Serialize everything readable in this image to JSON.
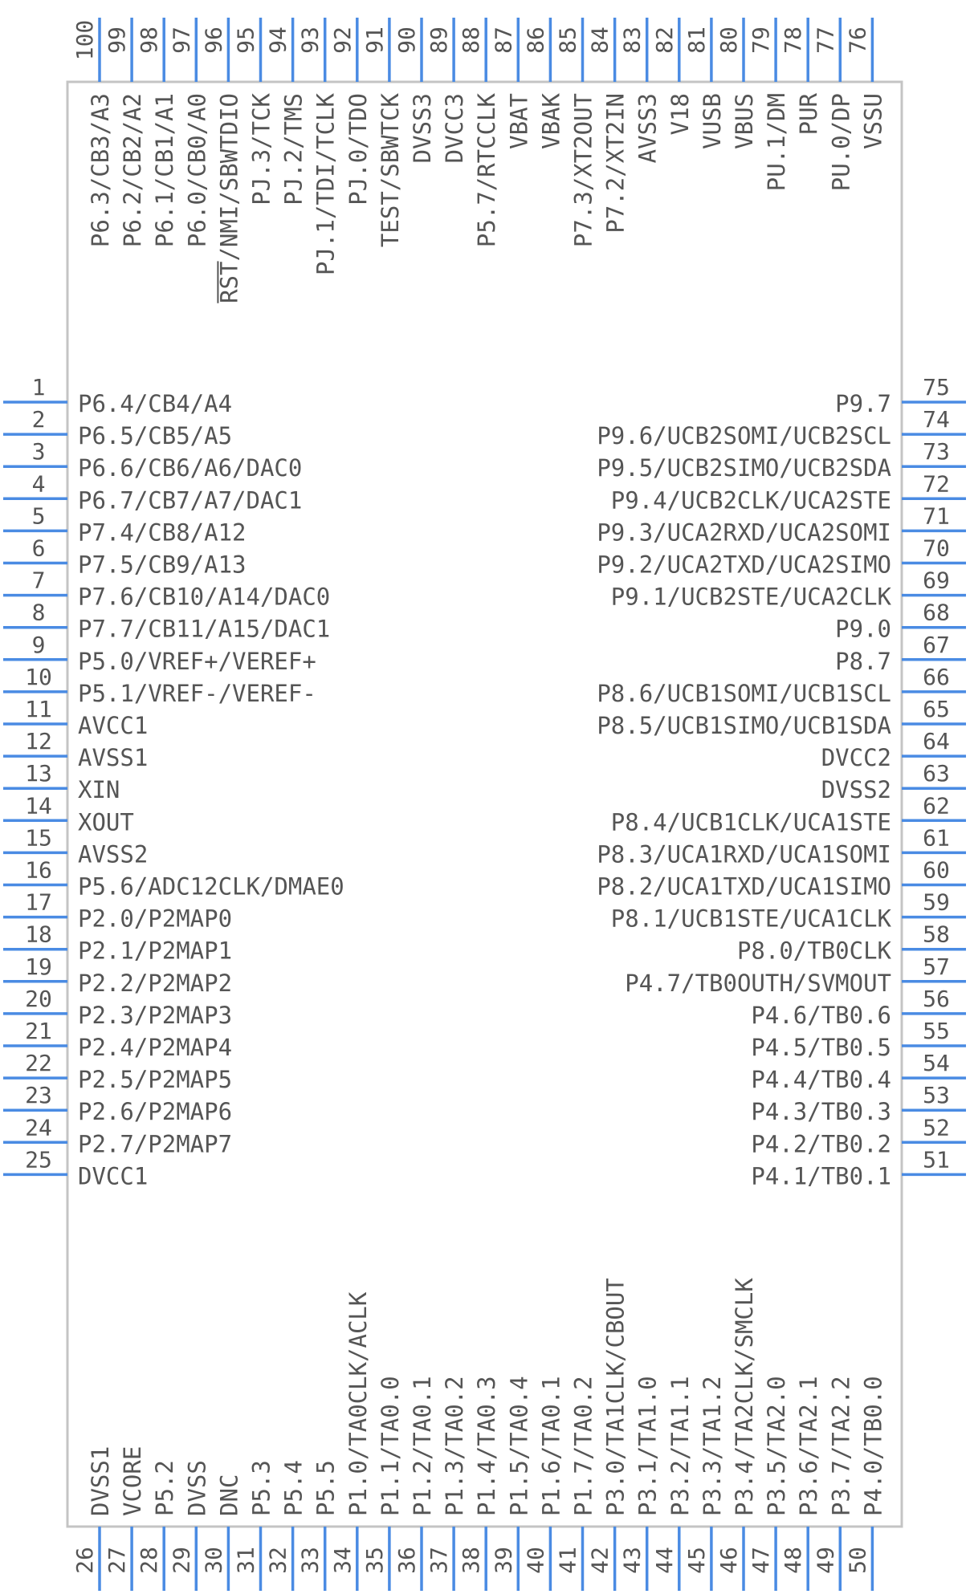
{
  "pins_left": [
    {
      "n": "1",
      "label": "P6.4/CB4/A4"
    },
    {
      "n": "2",
      "label": "P6.5/CB5/A5"
    },
    {
      "n": "3",
      "label": "P6.6/CB6/A6/DAC0"
    },
    {
      "n": "4",
      "label": "P6.7/CB7/A7/DAC1"
    },
    {
      "n": "5",
      "label": "P7.4/CB8/A12"
    },
    {
      "n": "6",
      "label": "P7.5/CB9/A13"
    },
    {
      "n": "7",
      "label": "P7.6/CB10/A14/DAC0"
    },
    {
      "n": "8",
      "label": "P7.7/CB11/A15/DAC1"
    },
    {
      "n": "9",
      "label": "P5.0/VREF+/VEREF+"
    },
    {
      "n": "10",
      "label": "P5.1/VREF-/VEREF-"
    },
    {
      "n": "11",
      "label": "AVCC1"
    },
    {
      "n": "12",
      "label": "AVSS1"
    },
    {
      "n": "13",
      "label": "XIN"
    },
    {
      "n": "14",
      "label": "XOUT"
    },
    {
      "n": "15",
      "label": "AVSS2"
    },
    {
      "n": "16",
      "label": "P5.6/ADC12CLK/DMAE0"
    },
    {
      "n": "17",
      "label": "P2.0/P2MAP0"
    },
    {
      "n": "18",
      "label": "P2.1/P2MAP1"
    },
    {
      "n": "19",
      "label": "P2.2/P2MAP2"
    },
    {
      "n": "20",
      "label": "P2.3/P2MAP3"
    },
    {
      "n": "21",
      "label": "P2.4/P2MAP4"
    },
    {
      "n": "22",
      "label": "P2.5/P2MAP5"
    },
    {
      "n": "23",
      "label": "P2.6/P2MAP6"
    },
    {
      "n": "24",
      "label": "P2.7/P2MAP7"
    },
    {
      "n": "25",
      "label": "DVCC1"
    }
  ],
  "pins_right": [
    {
      "n": "75",
      "label": "P9.7"
    },
    {
      "n": "74",
      "label": "P9.6/UCB2SOMI/UCB2SCL"
    },
    {
      "n": "73",
      "label": "P9.5/UCB2SIMO/UCB2SDA"
    },
    {
      "n": "72",
      "label": "P9.4/UCB2CLK/UCA2STE"
    },
    {
      "n": "71",
      "label": "P9.3/UCA2RXD/UCA2SOMI"
    },
    {
      "n": "70",
      "label": "P9.2/UCA2TXD/UCA2SIMO"
    },
    {
      "n": "69",
      "label": "P9.1/UCB2STE/UCA2CLK"
    },
    {
      "n": "68",
      "label": "P9.0"
    },
    {
      "n": "67",
      "label": "P8.7"
    },
    {
      "n": "66",
      "label": "P8.6/UCB1SOMI/UCB1SCL"
    },
    {
      "n": "65",
      "label": "P8.5/UCB1SIMO/UCB1SDA"
    },
    {
      "n": "64",
      "label": "DVCC2"
    },
    {
      "n": "63",
      "label": "DVSS2"
    },
    {
      "n": "62",
      "label": "P8.4/UCB1CLK/UCA1STE"
    },
    {
      "n": "61",
      "label": "P8.3/UCA1RXD/UCA1SOMI"
    },
    {
      "n": "60",
      "label": "P8.2/UCA1TXD/UCA1SIMO"
    },
    {
      "n": "59",
      "label": "P8.1/UCB1STE/UCA1CLK"
    },
    {
      "n": "58",
      "label": "P8.0/TB0CLK"
    },
    {
      "n": "57",
      "label": "P4.7/TB0OUTH/SVMOUT"
    },
    {
      "n": "56",
      "label": "P4.6/TB0.6"
    },
    {
      "n": "55",
      "label": "P4.5/TB0.5"
    },
    {
      "n": "54",
      "label": "P4.4/TB0.4"
    },
    {
      "n": "53",
      "label": "P4.3/TB0.3"
    },
    {
      "n": "52",
      "label": "P4.2/TB0.2"
    },
    {
      "n": "51",
      "label": "P4.1/TB0.1"
    }
  ],
  "pins_top": [
    {
      "n": "100",
      "label": "P6.3/CB3/A3"
    },
    {
      "n": "99",
      "label": "P6.2/CB2/A2"
    },
    {
      "n": "98",
      "label": "P6.1/CB1/A1"
    },
    {
      "n": "97",
      "label": "P6.0/CB0/A0"
    },
    {
      "n": "96",
      "label": "RST/NMI/SBWTDIO",
      "overline": "RST"
    },
    {
      "n": "95",
      "label": "PJ.3/TCK"
    },
    {
      "n": "94",
      "label": "PJ.2/TMS"
    },
    {
      "n": "93",
      "label": "PJ.1/TDI/TCLK"
    },
    {
      "n": "92",
      "label": "PJ.0/TDO"
    },
    {
      "n": "91",
      "label": "TEST/SBWTCK"
    },
    {
      "n": "90",
      "label": "DVSS3"
    },
    {
      "n": "89",
      "label": "DVCC3"
    },
    {
      "n": "88",
      "label": "P5.7/RTCCLK"
    },
    {
      "n": "87",
      "label": "VBAT"
    },
    {
      "n": "86",
      "label": "VBAK"
    },
    {
      "n": "85",
      "label": "P7.3/XT2OUT"
    },
    {
      "n": "84",
      "label": "P7.2/XT2IN"
    },
    {
      "n": "83",
      "label": "AVSS3"
    },
    {
      "n": "82",
      "label": "V18"
    },
    {
      "n": "81",
      "label": "VUSB"
    },
    {
      "n": "80",
      "label": "VBUS"
    },
    {
      "n": "79",
      "label": "PU.1/DM"
    },
    {
      "n": "78",
      "label": "PUR"
    },
    {
      "n": "77",
      "label": "PU.0/DP"
    },
    {
      "n": "76",
      "label": "VSSU"
    }
  ],
  "pins_bottom": [
    {
      "n": "26",
      "label": "DVSS1"
    },
    {
      "n": "27",
      "label": "VCORE"
    },
    {
      "n": "28",
      "label": "P5.2"
    },
    {
      "n": "29",
      "label": "DVSS"
    },
    {
      "n": "30",
      "label": "DNC"
    },
    {
      "n": "31",
      "label": "P5.3"
    },
    {
      "n": "32",
      "label": "P5.4"
    },
    {
      "n": "33",
      "label": "P5.5"
    },
    {
      "n": "34",
      "label": "P1.0/TA0CLK/ACLK"
    },
    {
      "n": "35",
      "label": "P1.1/TA0.0"
    },
    {
      "n": "36",
      "label": "P1.2/TA0.1"
    },
    {
      "n": "37",
      "label": "P1.3/TA0.2"
    },
    {
      "n": "38",
      "label": "P1.4/TA0.3"
    },
    {
      "n": "39",
      "label": "P1.5/TA0.4"
    },
    {
      "n": "40",
      "label": "P1.6/TA0.1"
    },
    {
      "n": "41",
      "label": "P1.7/TA0.2"
    },
    {
      "n": "42",
      "label": "P3.0/TA1CLK/CBOUT"
    },
    {
      "n": "43",
      "label": "P3.1/TA1.0"
    },
    {
      "n": "44",
      "label": "P3.2/TA1.1"
    },
    {
      "n": "45",
      "label": "P3.3/TA1.2"
    },
    {
      "n": "46",
      "label": "P3.4/TA2CLK/SMCLK"
    },
    {
      "n": "47",
      "label": "P3.5/TA2.0"
    },
    {
      "n": "48",
      "label": "P3.6/TA2.1"
    },
    {
      "n": "49",
      "label": "P3.7/TA2.2"
    },
    {
      "n": "50",
      "label": "P4.0/TB0.0"
    }
  ],
  "colors": {
    "pin": "#4a8be3",
    "body": "#c4c4c4",
    "text": "#555555"
  }
}
